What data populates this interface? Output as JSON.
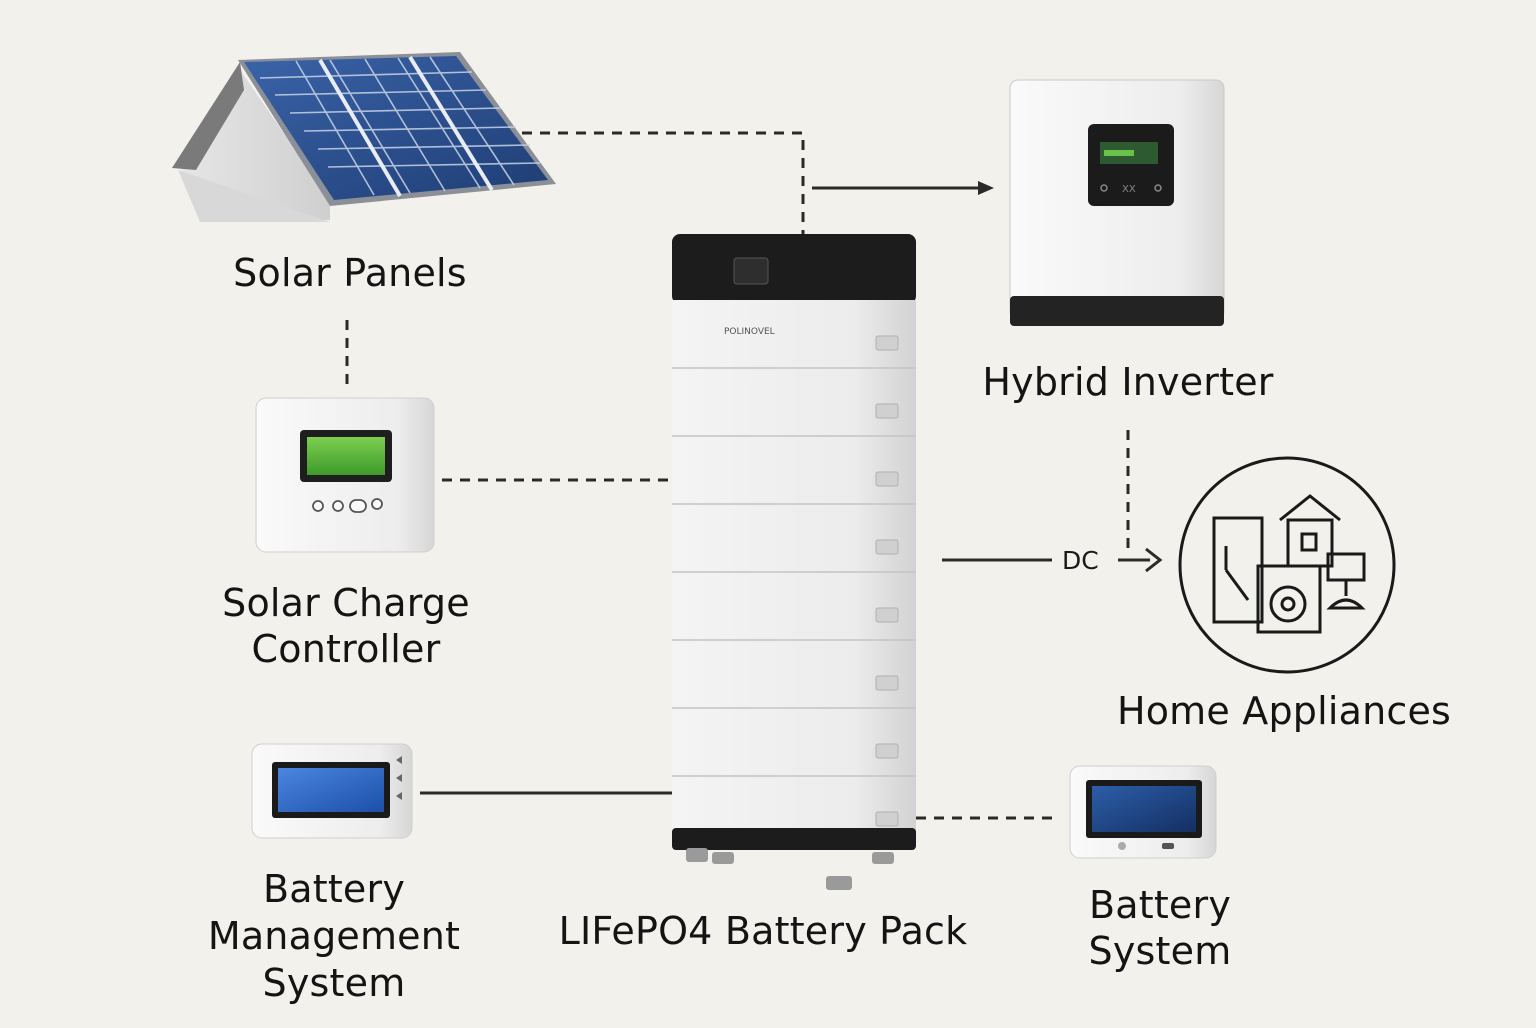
{
  "labels": {
    "solar_panels": "Solar Panels",
    "hybrid_inverter": "Hybrid Inverter",
    "charge_controller": [
      "Solar Charge",
      "Controller"
    ],
    "home_appliances": "Home Appliances",
    "bms": [
      "Battery",
      "Management",
      "System"
    ],
    "battery_pack": "LIFePO4 Battery Pack",
    "battery_system": [
      "Battery",
      "System"
    ],
    "dc": "DC"
  },
  "brand": "POLINOVEL",
  "icons": [
    "house-solar-icon",
    "inverter-icon",
    "charge-controller-icon",
    "battery-pack-icon",
    "appliances-icon",
    "bms-display-icon",
    "battery-monitor-icon"
  ],
  "colors": {
    "background": "#f3f1ec",
    "panel_blue": "#2e4f8c",
    "screen_green": "#5bb83a",
    "screen_blue": "#2d6fd1",
    "battery_black": "#1c1c1c",
    "line": "#2a2a2a"
  }
}
